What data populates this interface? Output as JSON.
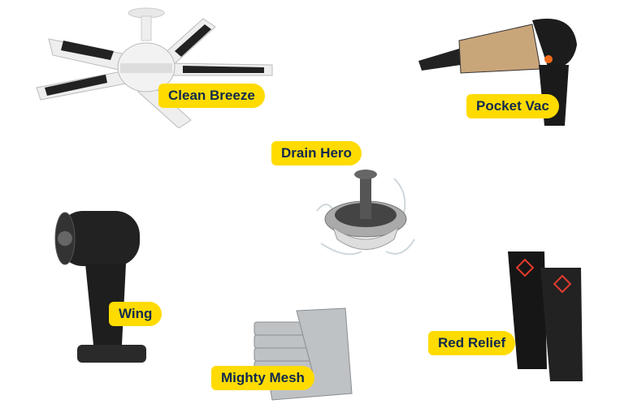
{
  "products": [
    {
      "name": "Clean Breeze"
    },
    {
      "name": "Pocket Vac"
    },
    {
      "name": "Drain Hero"
    },
    {
      "name": "Wing"
    },
    {
      "name": "Red Relief"
    },
    {
      "name": "Mighty Mesh"
    }
  ],
  "colors": {
    "label_bg": "#ffdb00",
    "label_text": "#0f2a4e"
  }
}
